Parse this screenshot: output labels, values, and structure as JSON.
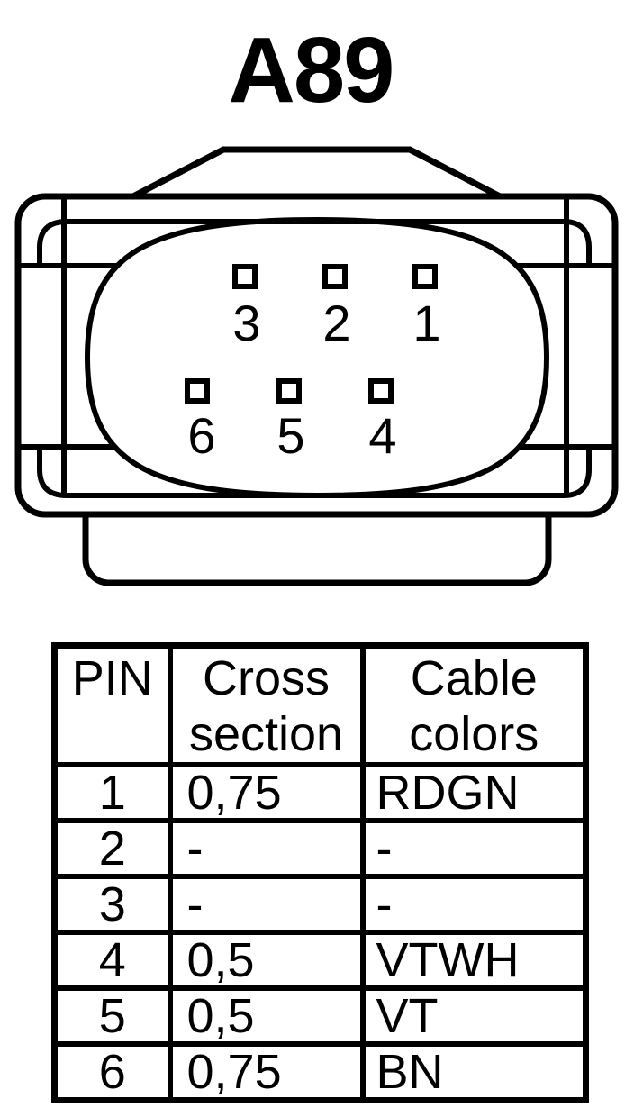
{
  "title": "A89",
  "connector": {
    "pin_labels_top": [
      "3",
      "2",
      "1"
    ],
    "pin_labels_bottom": [
      "6",
      "5",
      "4"
    ]
  },
  "table": {
    "headers": {
      "pin": "PIN",
      "cross_section": "Cross section",
      "cable_colors": "Cable colors"
    },
    "rows": [
      {
        "pin": "1",
        "cross_section": "0,75",
        "cable_color": "RDGN"
      },
      {
        "pin": "2",
        "cross_section": "-",
        "cable_color": "-"
      },
      {
        "pin": "3",
        "cross_section": "-",
        "cable_color": "-"
      },
      {
        "pin": "4",
        "cross_section": "0,5",
        "cable_color": "VTWH"
      },
      {
        "pin": "5",
        "cross_section": "0,5",
        "cable_color": "VT"
      },
      {
        "pin": "6",
        "cross_section": "0,75",
        "cable_color": "BN"
      }
    ]
  },
  "colors": {
    "line": "#000000",
    "background": "#ffffff"
  }
}
